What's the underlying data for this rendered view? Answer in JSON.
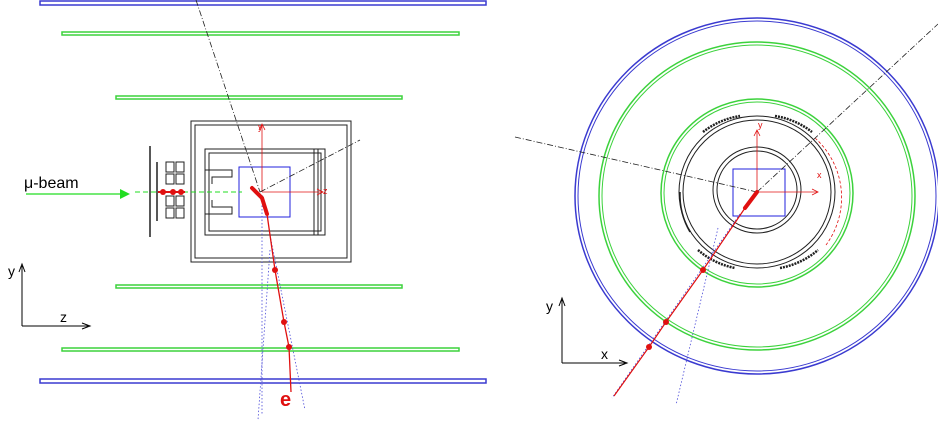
{
  "side_view": {
    "beam_label": "μ-beam",
    "axis_y_label": "y",
    "axis_z_label": "z",
    "particle_label": "e",
    "local_axis_y": "y",
    "local_axis_z": "z"
  },
  "end_view": {
    "axis_y_label": "y",
    "axis_x_label": "x",
    "local_axis_y": "y",
    "local_axis_x": "x"
  },
  "colors": {
    "outer_detector": "#3a3ad0",
    "middle_detector": "#3cd23c",
    "beam": "#22dd22",
    "track": "#e01010",
    "hit": "#e01010",
    "target_box": "#2020dd",
    "structure": "#202020",
    "dotted_track": "#4a4ad8",
    "dashdot_track": "#202020"
  }
}
